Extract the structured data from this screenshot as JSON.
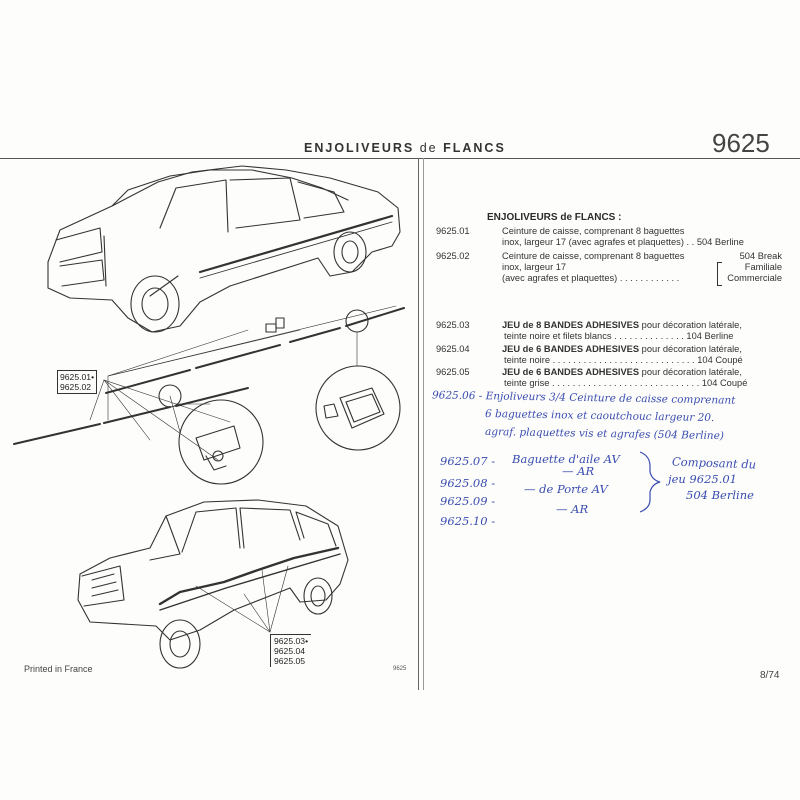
{
  "header": {
    "title_bold_1": "ENJOLIVEURS",
    "title_de": "de",
    "title_bold_2": "FLANCS",
    "code": "9625"
  },
  "section_title": "ENJOLIVEURS de FLANCS :",
  "rows": [
    {
      "ref": "9625.01",
      "line1": "Ceinture de caisse, comprenant 8 baguettes",
      "line2": "inox, largeur 17 (avec agrafes et plaquettes) . . 504 Berline"
    },
    {
      "ref": "9625.02",
      "line1": "Ceinture de caisse, comprenant 8 baguettes",
      "line2": "inox, largeur 17",
      "line3": "(avec agrafes et plaquettes) . . . . . . . . . . . .",
      "models": [
        "504 Break",
        "Familiale",
        "Commerciale"
      ]
    },
    {
      "ref": "9625.03",
      "bold": "JEU de 8 BANDES ADHESIVES",
      "rest": " pour décoration latérale,",
      "line2": "teinte noire et filets blancs . . . . . . . . . . . . . . 104 Berline"
    },
    {
      "ref": "9625.04",
      "bold": "JEU de 6 BANDES ADHESIVES",
      "rest": " pour décoration latérale,",
      "line2": "teinte noire . . . . . . . . . . . . . . . . . . . . . . . . . . . . 104 Coupé"
    },
    {
      "ref": "9625.05",
      "bold": "JEU de 6 BANDES ADHESIVES",
      "rest": " pour décoration latérale,",
      "line2": "teinte grise . . . . . . . . . . . . . . . . . . . . . . . . . . . . . 104 Coupé"
    }
  ],
  "handwritten": {
    "line1": "9625.06 - Enjoliveurs 3/4 Ceinture de caisse comprenant",
    "line2": "6 baguettes inox et caoutchouc largeur 20.",
    "line3": "agraf. plaquettes vis et agrafes (504 Berline)",
    "list": [
      {
        "ref": "9625.07 -",
        "text": "Baguette d'aile AV"
      },
      {
        "ref": "9625.08 -",
        "text": "— AR"
      },
      {
        "ref": "9625.09 -",
        "text": "— de Porte AV"
      },
      {
        "ref": "9625.10 -",
        "text": "— AR"
      }
    ],
    "note1": "Composant du",
    "note2": "jeu 9625.01",
    "note3": "504 Berline"
  },
  "callouts": {
    "top": [
      "9625.01•",
      "9625.02"
    ],
    "bottom": [
      "9625.03•",
      "9625.04",
      "9625.05"
    ]
  },
  "footer": {
    "left": "Printed in France",
    "mid": "9625",
    "right": "8/74"
  }
}
